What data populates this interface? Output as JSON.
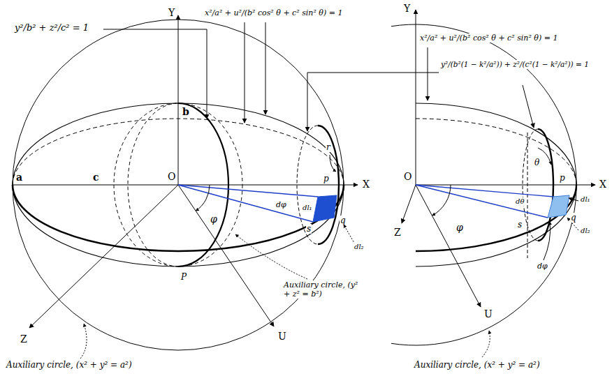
{
  "diagram": {
    "labels": [
      "y²/b² + z²/c² = 1",
      "x²/a² + u²/(b² cos² θ + c² sin² θ) = 1",
      "Y",
      "b",
      "a",
      "O",
      "c",
      "X",
      "φ",
      "dφ",
      "dl₁",
      "P",
      "p",
      "s",
      "q",
      "r",
      "dl₂",
      "Z",
      "U",
      "Auxiliary circle, (y² + z² = b²)",
      "Auxiliary circle, (x² + y² = a²)",
      "Y",
      "x²/a² + u²/(b² cos² θ + c² sin² θ) = 1",
      "y²/(b²(1 − k²/a²)) + z²/(c²(1 − k²/a²)) = 1",
      "O",
      "θ",
      "X",
      "Z",
      "φ",
      "dθ",
      "p",
      "dl₁",
      "s",
      "q",
      "dl₂",
      "dφ",
      "U",
      "Auxiliary circle, (x² + y² = a²)"
    ]
  }
}
